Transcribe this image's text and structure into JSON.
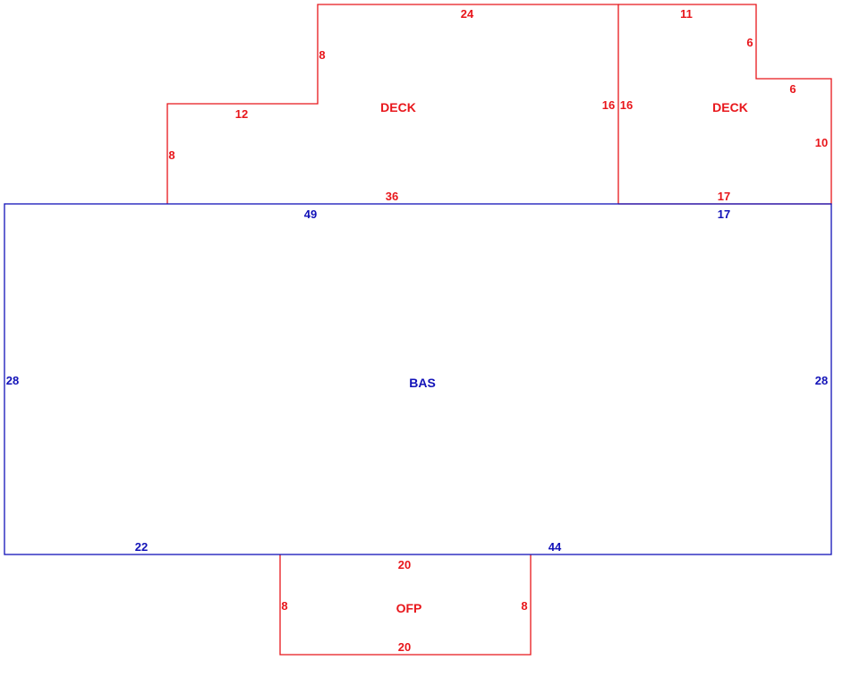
{
  "colors": {
    "deck": "#e8161b",
    "porch": "#e8161b",
    "base": "#1212b8"
  },
  "areas": {
    "deck_left": {
      "label": "DECK",
      "dims": {
        "top": "24",
        "step_side": "8",
        "step_top": "12",
        "left": "8",
        "bottom": "36",
        "right": "16"
      }
    },
    "deck_right": {
      "label": "DECK",
      "dims": {
        "top": "11",
        "notch_side": "6",
        "notch_top": "6",
        "right": "10",
        "bottom": "17",
        "left": "16"
      }
    },
    "base": {
      "label": "BAS",
      "dims": {
        "top_left": "49",
        "top_right": "17",
        "left": "28",
        "right": "28",
        "bottom_left": "22",
        "bottom_right": "44"
      }
    },
    "porch": {
      "label": "OFP",
      "dims": {
        "top": "20",
        "left": "8",
        "right": "8",
        "bottom": "20"
      }
    }
  }
}
